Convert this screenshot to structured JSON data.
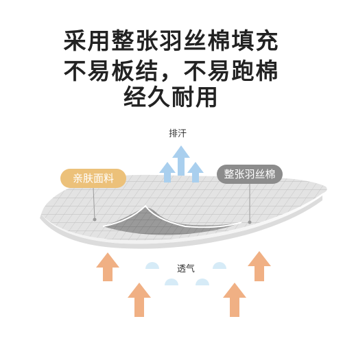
{
  "headline": {
    "line1": "采用整张羽丝棉填充",
    "line2": "不易板结，不易跑棉",
    "line3": "经久耐用"
  },
  "labels": {
    "sweat": "排汗",
    "skin_fabric": "亲肤面料",
    "cotton": "整张羽丝棉",
    "breathable": "透气"
  },
  "colors": {
    "sweat_arrow": "#a9cfee",
    "breath_arrow": "#f0b084",
    "skin_pill": "#ecc17a",
    "cotton_pill": "#8c8c8c",
    "droplet": "#d6ebf7"
  }
}
